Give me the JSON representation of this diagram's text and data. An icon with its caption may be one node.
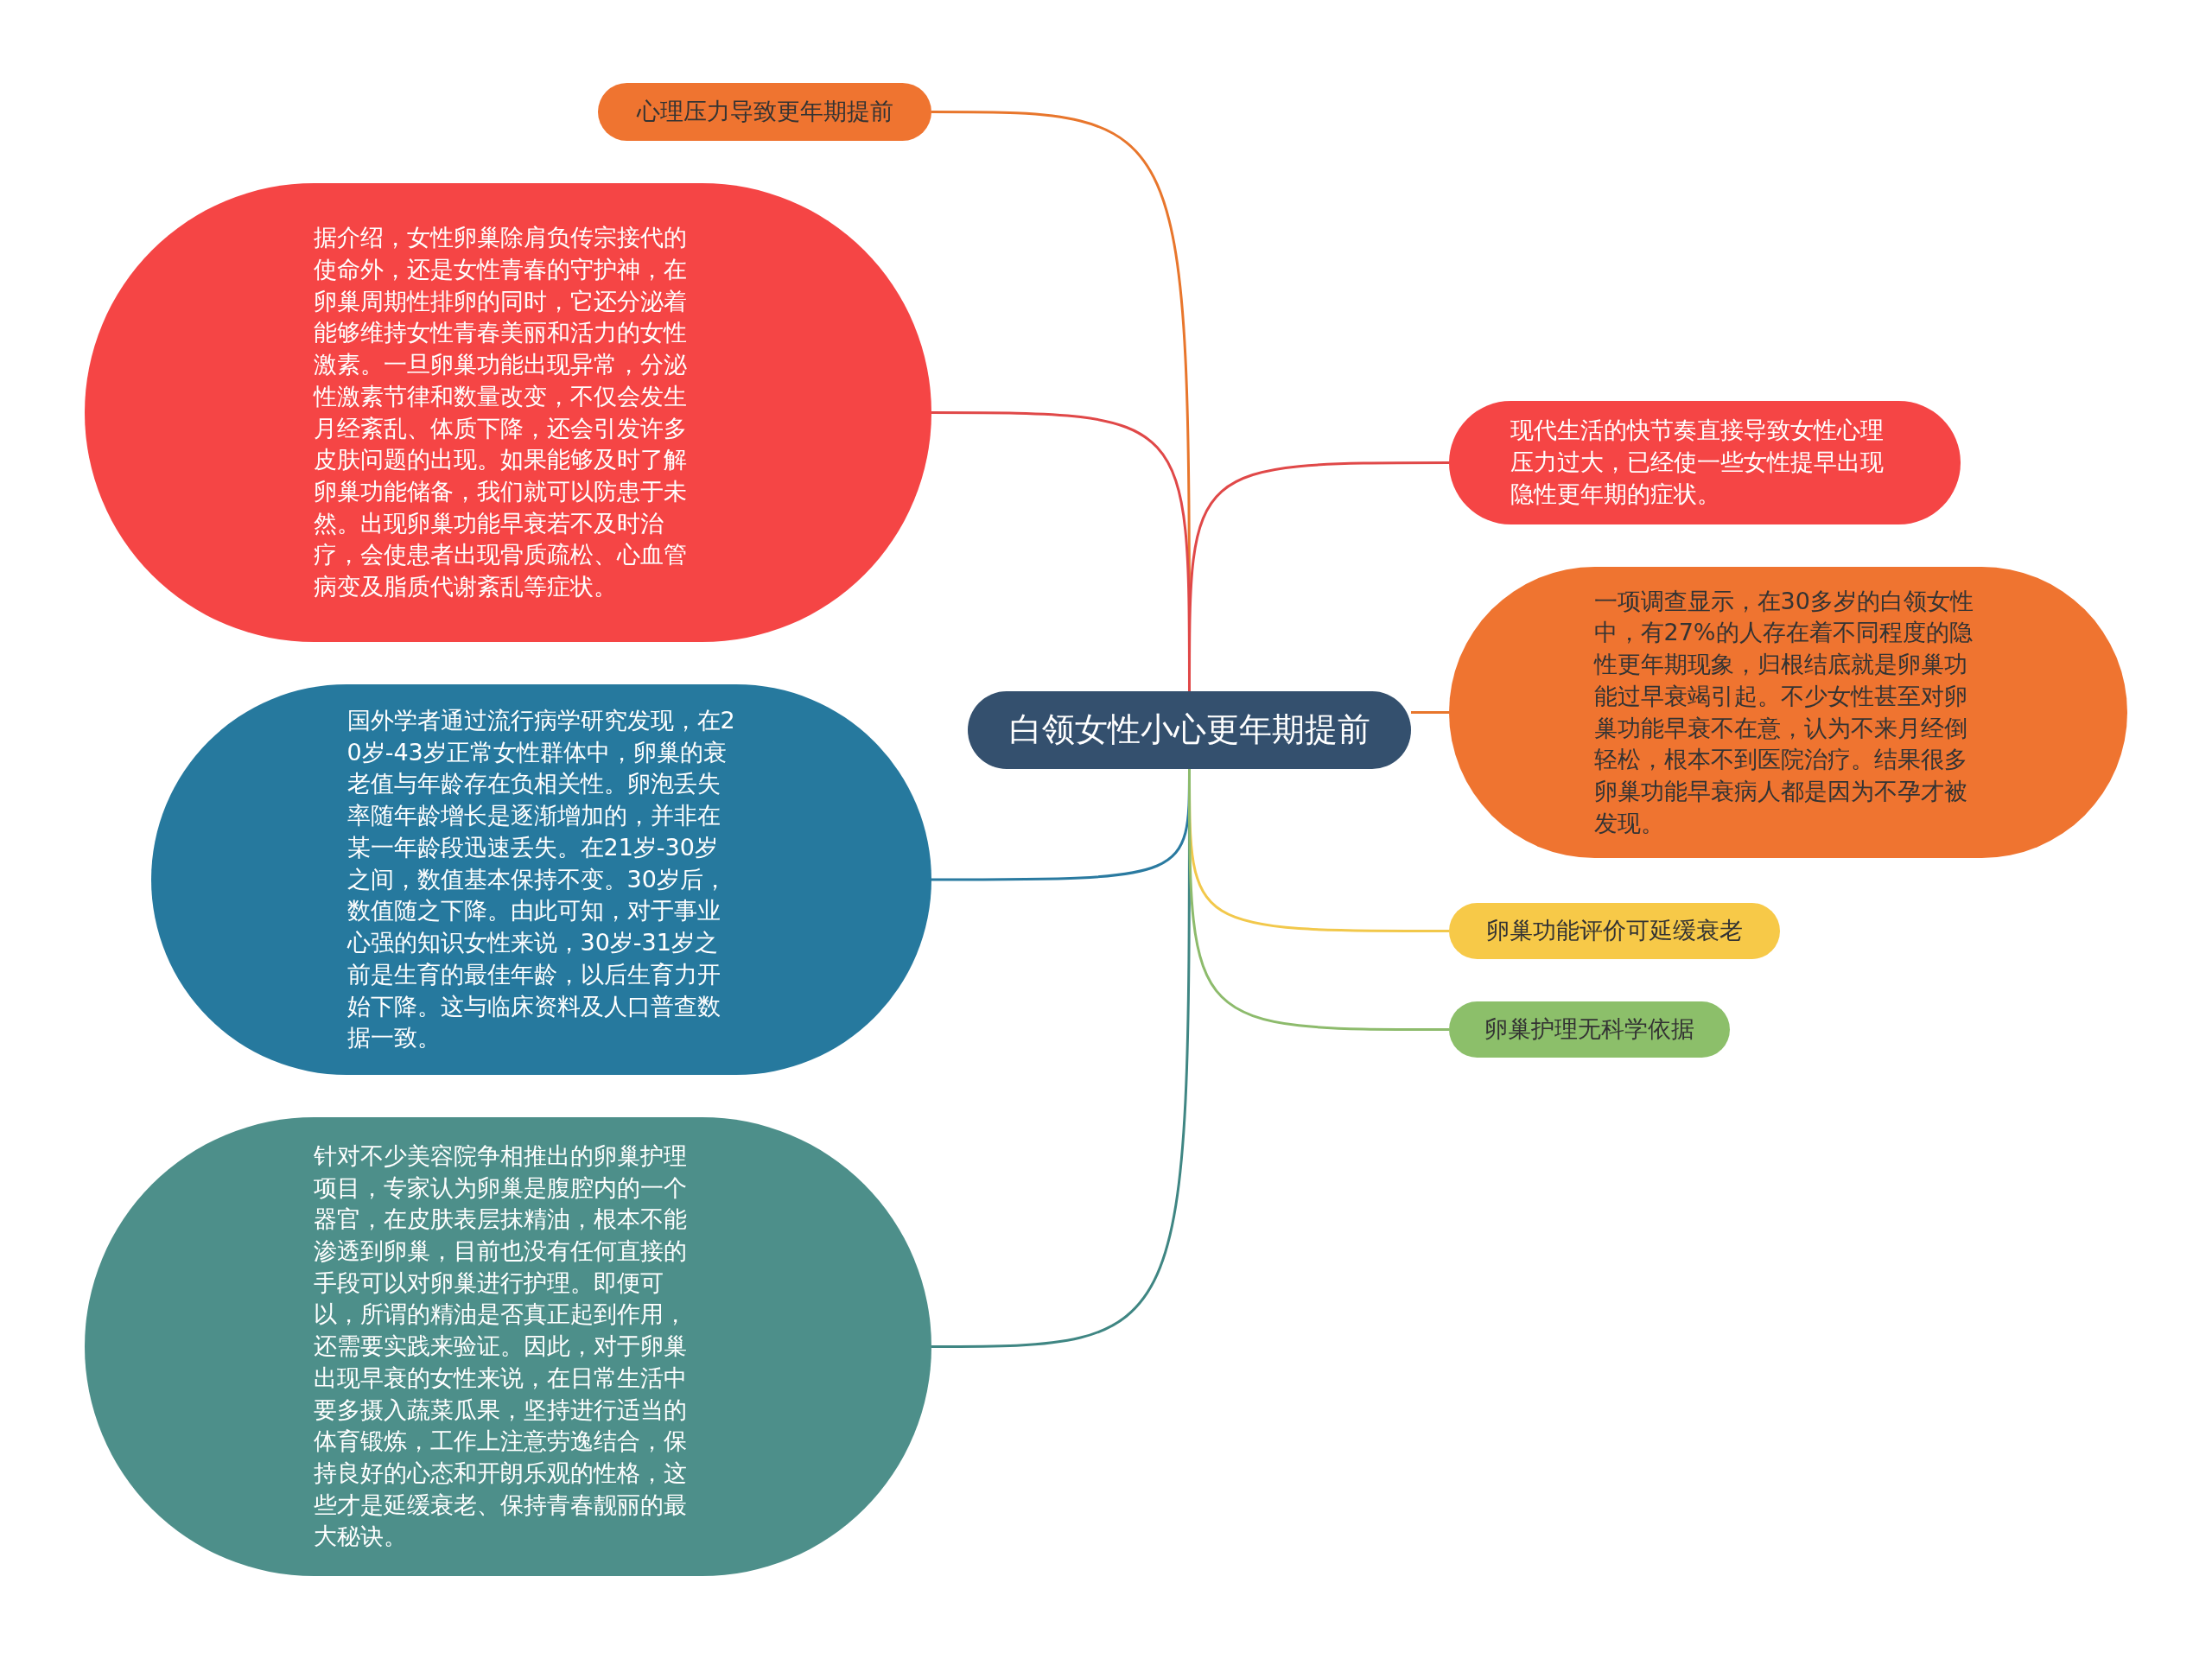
{
  "diagram": {
    "nodes": [
      {
        "text": [
          "白领女性小心更年期提前"
        ]
      },
      {
        "text": [
          "心理压力导致更年期提前"
        ]
      },
      {
        "text": [
          "据介绍，女性卵巢除肩负传宗接代的使命外，还是女性青春的守护神，在卵巢周期性排卵的同时，它还分泌着能够维持女性青春美丽和活力的女性激素。一旦卵巢功能出现异常，分泌性激素节律和数量改变，不仅会发生月经紊乱、体质下降，还会引发许多皮肤问题的出现。如果能够及时了解卵巢功能储备，我们就可以防患于未然。出现卵巢功能早衰若不及时治疗，会使患者出现骨质疏松、心血管病变及脂质代谢紊乱等症状。"
        ]
      },
      {
        "text": [
          "国外学者通过流行病学研究发现，在20岁-43岁正常女性群体中，卵巢的衰老值与年龄存在负相关性。卵泡丢失率随年龄增长是逐渐增加的，并非在某一年龄段迅速丢失。在21岁-30岁之间，数值基本保持不变。30岁后，数值随之下降。由此可知，对于事业心强的知识女性来说，30岁-31岁之前是生育的最佳年龄，以后生育力开始下降。这与临床资料及人口普查数据一致。"
        ]
      },
      {
        "text": [
          "针对不少美容院争相推出的卵巢护理项目，专家认为卵巢是腹腔内的一个器官，在皮肤表层抹精油，根本不能渗透到卵巢，目前也没有任何直接的手段可以对卵巢进行护理。即便可以，所谓的精油是否真正起到作用，还需要实践来验证。因此，对于卵巢出现早衰的女性来说，在日常生活中要多摄入蔬菜瓜果，坚持进行适当的体育锻炼，工作上注意劳逸结合，保持良好的心态和开朗乐观的性格，这些才是延缓衰老、保持青春靓丽的最大秘诀。"
        ]
      },
      {
        "text": [
          "现代生活的快节奏直接导致女性心理压力过大，已经使一些女性提早出现隐性更年期的症状。"
        ]
      },
      {
        "text": [
          "一项调查显示，在30多岁的白领女性中，有27%的人存在着不同程度的隐性更年期现象，归根结底就是卵巢功能过早衰竭引起。不少女性甚至对卵巢功能早衰不在意，认为不来月经倒轻松，根本不到医院治疗。结果很多卵巢功能早衰病人都是因为不孕才被发现。"
        ]
      },
      {
        "text": [
          "卵巢功能评价可延缓衰老"
        ]
      },
      {
        "text": [
          "卵巢护理无科学依据"
        ]
      }
    ],
    "edges": [
      {
        "from": 0,
        "to": 1,
        "arrow": "none",
        "color": "#e8762c"
      },
      {
        "from": 0,
        "to": 2,
        "arrow": "none",
        "color": "#e04848"
      },
      {
        "from": 0,
        "to": 3,
        "arrow": "none",
        "color": "#2a7aa0"
      },
      {
        "from": 0,
        "to": 4,
        "arrow": "none",
        "color": "#3f8683"
      },
      {
        "from": 0,
        "to": 5,
        "arrow": "none",
        "color": "#e04848"
      },
      {
        "from": 0,
        "to": 6,
        "arrow": "none",
        "color": "#e8762c"
      },
      {
        "from": 0,
        "to": 7,
        "arrow": "none",
        "color": "#f2c84b"
      },
      {
        "from": 0,
        "to": 8,
        "arrow": "none",
        "color": "#8dbb6c"
      }
    ]
  }
}
